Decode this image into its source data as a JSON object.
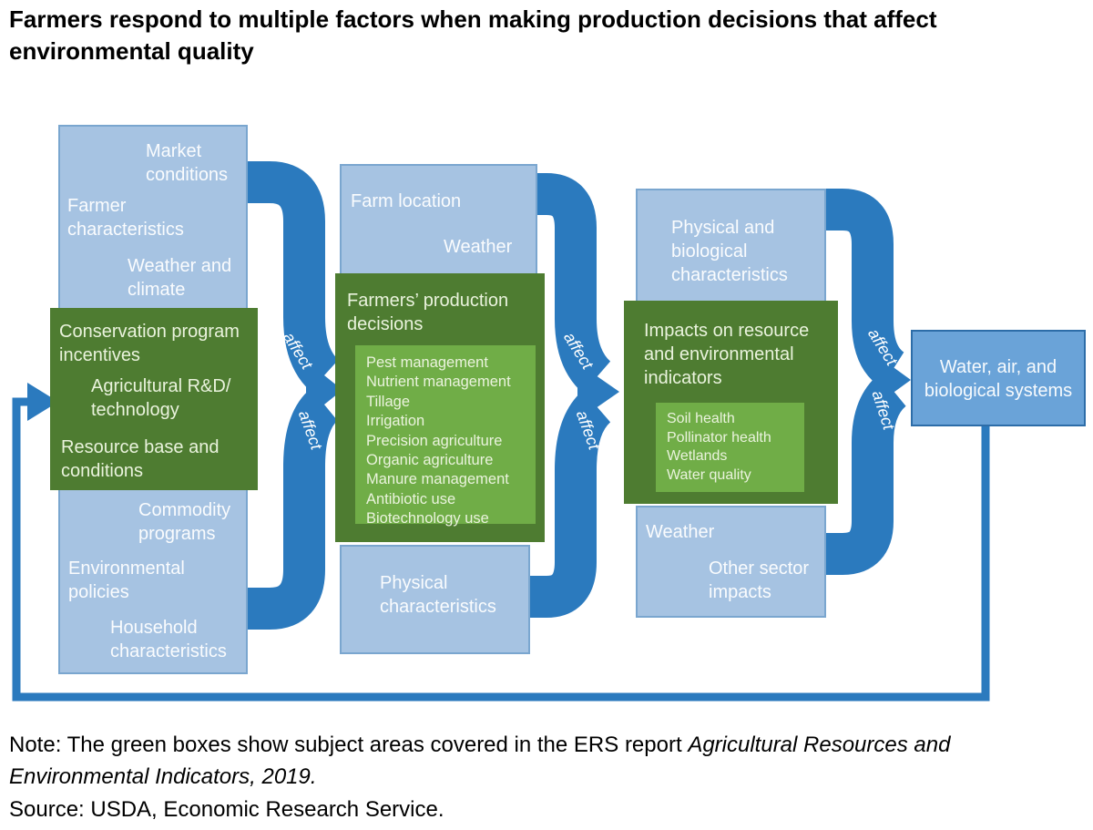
{
  "title": "Farmers respond to multiple factors when making production decisions that affect environmental quality",
  "affect_label": "affect",
  "colors": {
    "box_blue": "#a6c3e2",
    "box_blue_border": "#7aa6cf",
    "green_dark": "#4e7c31",
    "green_light": "#70ad47",
    "arrow_blue": "#2b7abe",
    "right_box_blue": "#6aa3d8",
    "right_box_border": "#2d6da8"
  },
  "boxes": {
    "col1_blue": {
      "market": "Market conditions",
      "farmer": "Farmer characteristics",
      "weather_climate": "Weather and climate",
      "commodity": "Commodity programs",
      "environmental": "Environmental policies",
      "household": "Household characteristics"
    },
    "col1_green": {
      "conservation": "Conservation program incentives",
      "ag_rd": "Agricultural R&D/ technology",
      "resource": "Resource base and conditions"
    },
    "col2_blue_top": {
      "farm_location": "Farm location",
      "weather": "Weather"
    },
    "col2_green": {
      "heading": "Farmers’ production decisions",
      "items": [
        "Pest management",
        "Nutrient management",
        "Tillage",
        "Irrigation",
        "Precision agriculture",
        "Organic agriculture",
        "Manure management",
        "Antibiotic use",
        "Biotechnology use"
      ]
    },
    "col2_blue_bottom": {
      "physical": "Physical characteristics"
    },
    "col3_blue_top": {
      "phys_bio": "Physical and biological characteristics"
    },
    "col3_green": {
      "heading": "Impacts on resource and environmental indicators",
      "items": [
        "Soil health",
        "Pollinator health",
        "Wetlands",
        "Water quality"
      ]
    },
    "col3_blue_bottom": {
      "weather": "Weather",
      "other_sector": "Other sector impacts"
    },
    "right_blue": {
      "label": "Water, air, and biological systems"
    }
  },
  "note": {
    "prefix": "Note: The green boxes show subject areas covered in the ERS report ",
    "italic": "Agricultural Resources and Environmental Indicators, 2019.",
    "source": "Source: USDA, Economic Research Service."
  }
}
